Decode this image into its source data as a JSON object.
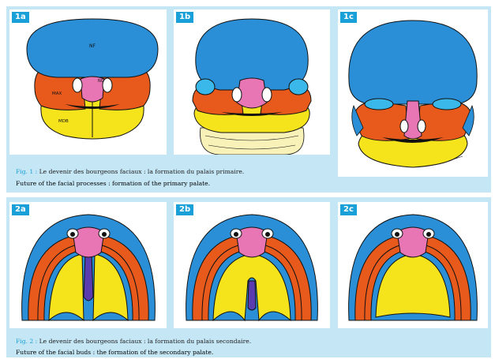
{
  "figure1": {
    "panels": [
      {
        "label": "1a",
        "structures": {
          "nasal": "NF",
          "naso": "NG",
          "maxillary": "MAX",
          "mandible": "MDB"
        }
      },
      {
        "label": "1b"
      },
      {
        "label": "1c"
      }
    ],
    "caption_fig": "Fig. 1 :",
    "caption_fr": "Le devenir des bourgeons faciaux : la formation du palais primaire.",
    "caption_en": "Future of the facial processes : formation of the primary palate."
  },
  "figure2": {
    "panels": [
      {
        "label": "2a"
      },
      {
        "label": "2b"
      },
      {
        "label": "2c"
      }
    ],
    "caption_fig": "Fig. 2 :",
    "caption_fr": "Le devenir des bourgeons faciaux : la formation du palais secondaire.",
    "caption_en": "Future of the facial buds : the formation of the secondary palate."
  },
  "colors": {
    "frontal": "#2a8fd6",
    "maxillary": "#e85a1c",
    "mandible": "#f5e31c",
    "nasal": "#e876b4",
    "vomer": "#5a3bb0",
    "band": "#c4e6f5",
    "label": "#1aa0d8"
  }
}
